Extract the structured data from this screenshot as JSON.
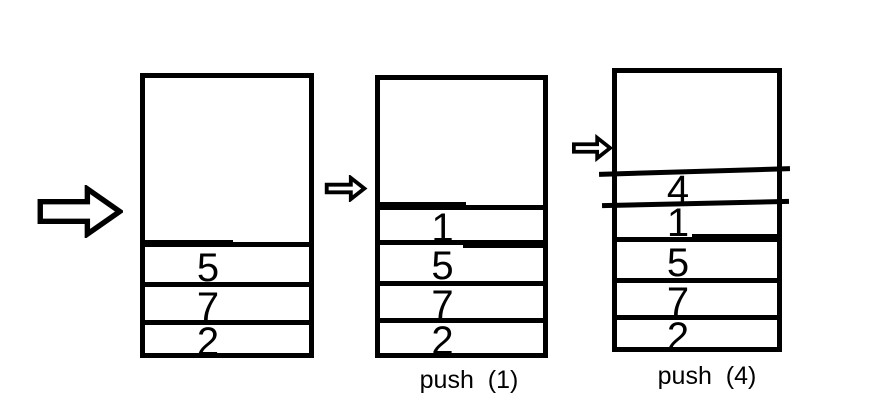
{
  "figure": {
    "background_color": "#ffffff",
    "line_color": "#000000"
  },
  "icons": {
    "pointer_arrow": "block-arrow-right"
  },
  "stacks": [
    {
      "cells": [
        "5",
        "7",
        "2"
      ],
      "label": ""
    },
    {
      "cells": [
        "1",
        "5",
        "7",
        "2"
      ],
      "label": "push  (1)"
    },
    {
      "cells": [
        "4",
        "1",
        "5",
        "7",
        "2"
      ],
      "label": "push  (4)"
    }
  ]
}
